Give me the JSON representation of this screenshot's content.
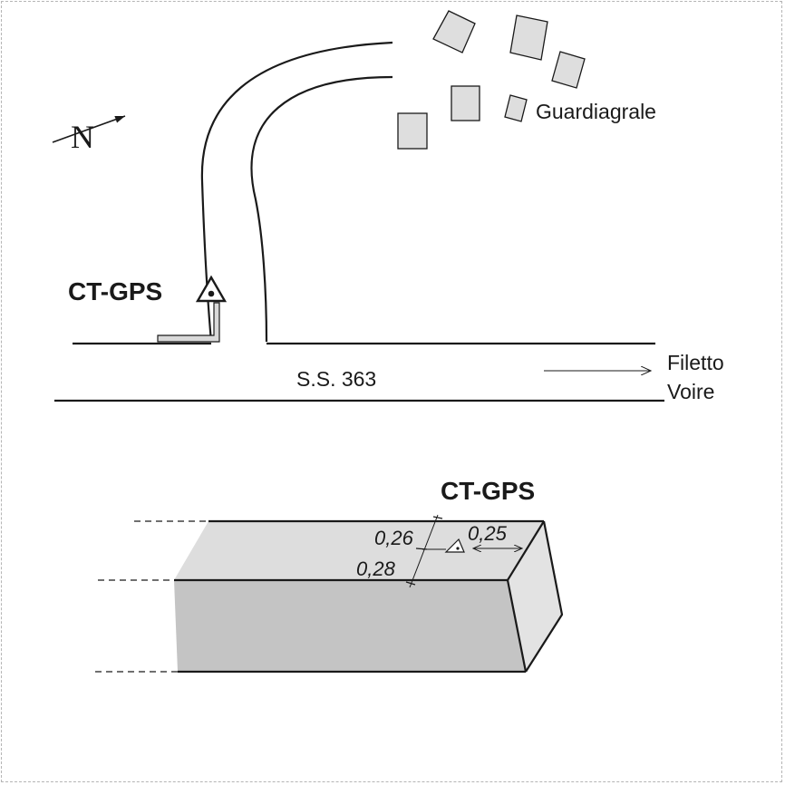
{
  "map": {
    "north_label": "N",
    "station_label": "CT-GPS",
    "town_label": "Guardiagrale",
    "road_label": "S.S. 363",
    "destination_line1": "Filetto",
    "destination_line2": "Voire"
  },
  "detail": {
    "station_label": "CT-GPS",
    "dim_top": "0,26",
    "dim_bottom": "0,28",
    "dim_side": "0,25"
  },
  "colors": {
    "line": "#1a1a1a",
    "building_fill": "#dedede",
    "block_top": "#dddddd",
    "block_front": "#c4c4c4",
    "block_side": "#e3e3e3"
  }
}
